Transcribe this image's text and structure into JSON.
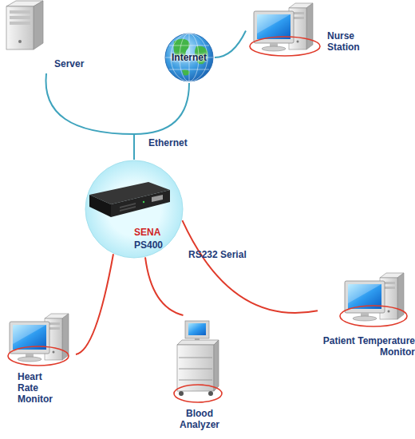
{
  "diagram": {
    "nodes": [
      {
        "text": [
          "Server"
        ]
      },
      {
        "text": [
          "Internet"
        ]
      },
      {
        "text": [
          "Nurse Station"
        ]
      },
      {
        "text": [
          "SENA",
          "PS400"
        ]
      },
      {
        "text": [
          "Heart Rate Monitor"
        ]
      },
      {
        "text": [
          "Blood Analyzer"
        ]
      },
      {
        "text": [
          "Patient Temperature Monitor"
        ]
      }
    ],
    "edges": [
      {
        "from": 0,
        "to": 3,
        "label": "Ethernet",
        "arrow": "none"
      },
      {
        "from": 1,
        "to": 3,
        "arrow": "none"
      },
      {
        "from": 1,
        "to": 2,
        "arrow": "none"
      },
      {
        "from": 3,
        "to": 4,
        "arrow": "none"
      },
      {
        "from": 3,
        "to": 5,
        "arrow": "none"
      },
      {
        "from": 3,
        "to": 6,
        "label": "RS232 Serial",
        "arrow": "none"
      }
    ]
  }
}
